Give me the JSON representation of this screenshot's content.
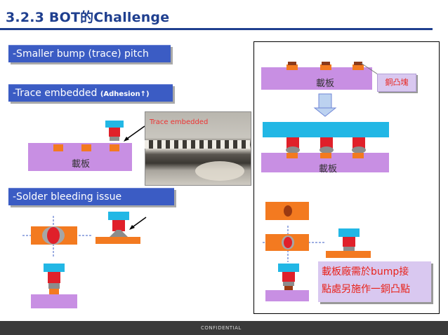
{
  "header": {
    "title": "3.2.3 BOT的Challenge",
    "rule_color": "#1f3f8f"
  },
  "bullets": {
    "b1": "-Smaller bump (trace) pitch",
    "b2_main": "-Trace embedded ",
    "b2_note": "(Adhesion↑)",
    "b3": "-Solder bleeding issue"
  },
  "labels": {
    "substrate_left": "載板",
    "substrate_right_top": "載板",
    "substrate_right_mid": "載板",
    "photo_caption": "Trace embedded",
    "copper_bump_callout": "銅凸塊"
  },
  "note": {
    "line1": "載板廠需於bump接",
    "line2": "點處另施作一銅凸點"
  },
  "footer": {
    "confidential": "CONFIDENTIAL"
  },
  "colors": {
    "substrate": "#c88fe3",
    "copper": "#f37a20",
    "bump": "#e0202a",
    "cap": "#22b7e5",
    "solder": "#8c8c8c",
    "tagbar": "#3b5cc4"
  },
  "icons": {
    "arrow": "down-arrow-icon"
  }
}
